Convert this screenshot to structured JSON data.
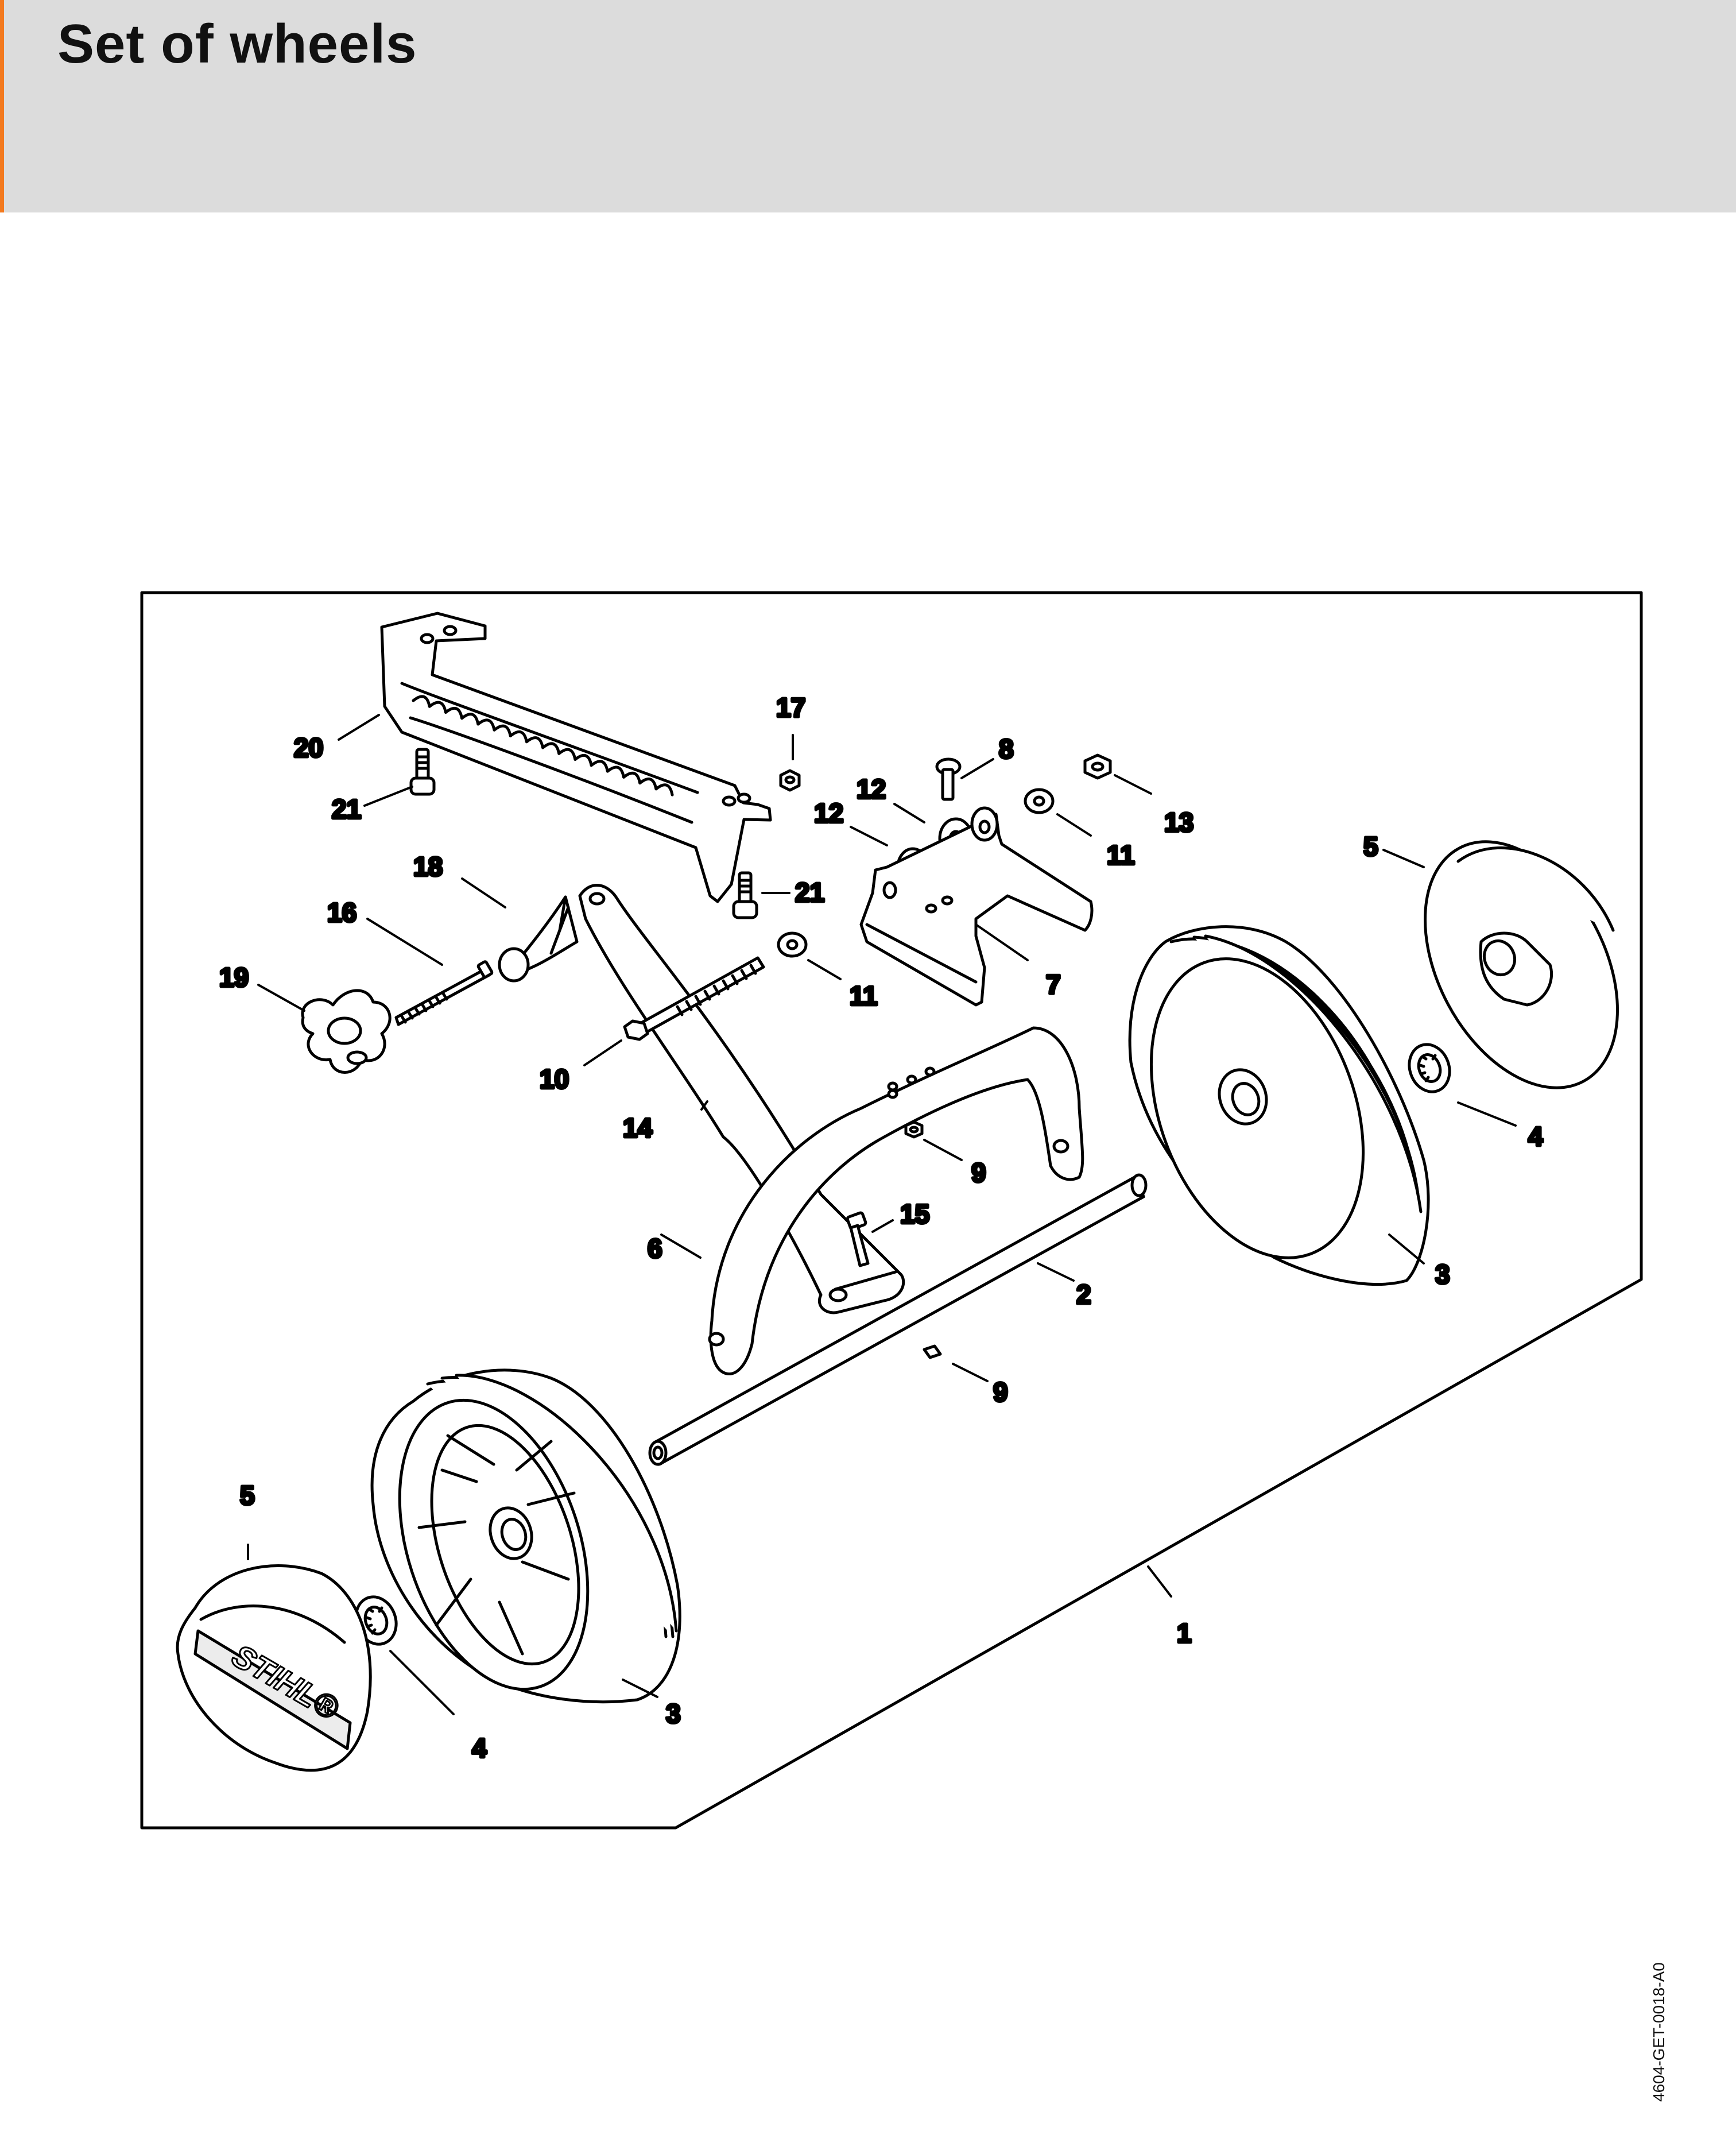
{
  "page": {
    "title": "Set of wheels",
    "drawing_code": "4604-GET-0018-A0"
  },
  "brand_logo_text": "STIHL®",
  "callouts": [
    "1",
    "2",
    "3",
    "3",
    "4",
    "4",
    "5",
    "5",
    "6",
    "7",
    "8",
    "9",
    "9",
    "10",
    "11",
    "11",
    "12",
    "12",
    "13",
    "14",
    "15",
    "16",
    "17",
    "18",
    "19",
    "20",
    "21",
    "21"
  ]
}
